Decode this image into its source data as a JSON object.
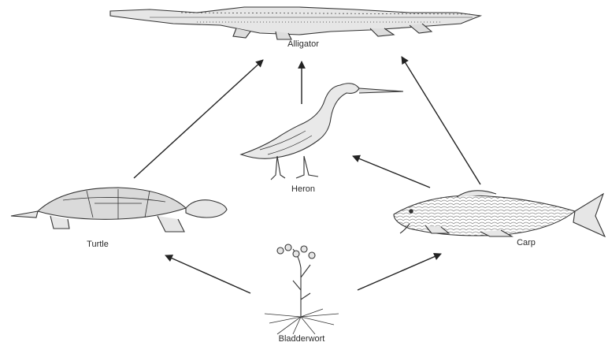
{
  "organisms": {
    "alligator": "Alligator",
    "heron": "Heron",
    "turtle": "Turtle",
    "carp": "Carp",
    "bladderwort": "Bladderwort"
  },
  "arrows": [
    {
      "from": "Turtle",
      "to": "Alligator"
    },
    {
      "from": "Heron",
      "to": "Alligator"
    },
    {
      "from": "Carp",
      "to": "Alligator"
    },
    {
      "from": "Carp",
      "to": "Heron"
    },
    {
      "from": "Bladderwort",
      "to": "Turtle"
    },
    {
      "from": "Bladderwort",
      "to": "Carp"
    }
  ]
}
